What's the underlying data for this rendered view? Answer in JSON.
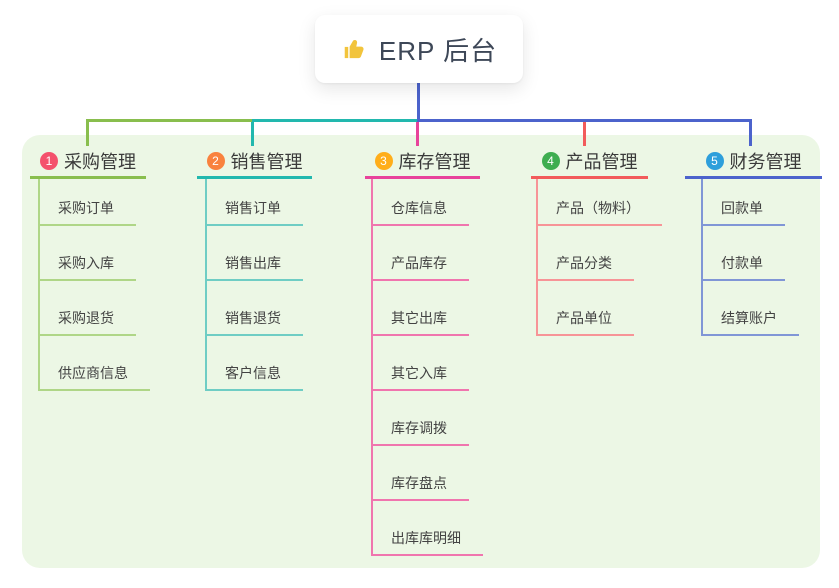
{
  "root": {
    "label": "ERP 后台",
    "icon": "thumbs-up-icon",
    "icon_color": "#F2C43C"
  },
  "colors": {
    "canvas": "#FFFFFF",
    "panel_background": "#ECF7E5",
    "root_connector": "#4C63CC",
    "root_text": "#3D4757",
    "title_text": "#3A3A3A",
    "child_text": "#434343"
  },
  "branches": [
    {
      "badge": "1",
      "badge_color": "#F4516C",
      "label": "采购管理",
      "line_color": "#89BE4E",
      "child_line_color": "#AFD687",
      "children": [
        "采购订单",
        "采购入库",
        "采购退货",
        "供应商信息"
      ]
    },
    {
      "badge": "2",
      "badge_color": "#F9823E",
      "label": "销售管理",
      "line_color": "#22B8AE",
      "child_line_color": "#6FCDC4",
      "children": [
        "销售订单",
        "销售出库",
        "销售退货",
        "客户信息"
      ]
    },
    {
      "badge": "3",
      "badge_color": "#FFAE1A",
      "label": "库存管理",
      "line_color": "#E8439B",
      "child_line_color": "#F075AE",
      "children": [
        "仓库信息",
        "产品库存",
        "其它出库",
        "其它入库",
        "库存调拨",
        "库存盘点",
        "出库库明细"
      ]
    },
    {
      "badge": "4",
      "badge_color": "#3EAD50",
      "label": "产品管理",
      "line_color": "#F25B5B",
      "child_line_color": "#F79497",
      "children": [
        "产品（物料）",
        "产品分类",
        "产品单位"
      ]
    },
    {
      "badge": "5",
      "badge_color": "#2E9FDB",
      "label": "财务管理",
      "line_color": "#4C63CC",
      "child_line_color": "#8096D6",
      "children": [
        "回款单",
        "付款单",
        "结算账户"
      ]
    }
  ]
}
